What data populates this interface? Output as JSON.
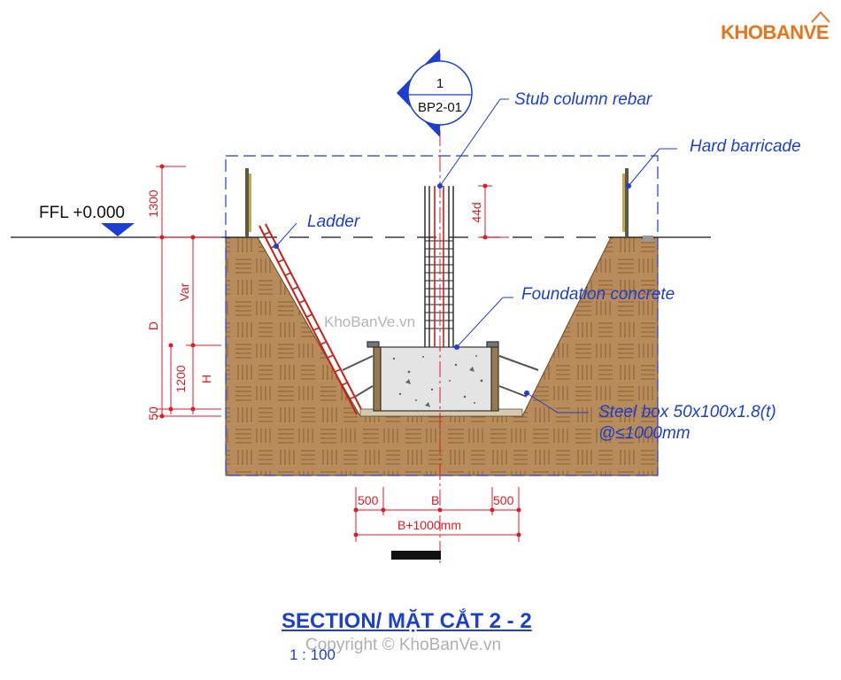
{
  "logo": {
    "text": "KHOBANVE"
  },
  "section_bubble": {
    "number": "1",
    "sheet": "BP2-01"
  },
  "labels": {
    "stub_column_rebar": "Stub column rebar",
    "hard_barricade": "Hard barricade",
    "ffl": "FFL +0.000",
    "ladder": "Ladder",
    "foundation_concrete": "Foundation concrete",
    "steel_box_line1": "Steel box 50x100x1.8(t)",
    "steel_box_line2": "@≤1000mm"
  },
  "dimensions": {
    "d1300": "1300",
    "d44d": "44d",
    "var": "Var",
    "D": "D",
    "d1200": "1200",
    "H": "H",
    "d50": "50",
    "d500_left": "500",
    "B": "B",
    "d500_right": "500",
    "b_plus": "B+1000mm"
  },
  "title": "SECTION/ MẶT CẮT 2 - 2",
  "scale": "1 : 100",
  "watermarks": {
    "middle": "KhoBanVe.vn",
    "bottom": "Copyright © KhoBanVe.vn"
  },
  "colors": {
    "soil": "#b78b5a",
    "soil_line": "#8a6033",
    "annotation": "#1c3fd1",
    "dimension": "#e01a25",
    "concrete": "#e4e4e4"
  }
}
